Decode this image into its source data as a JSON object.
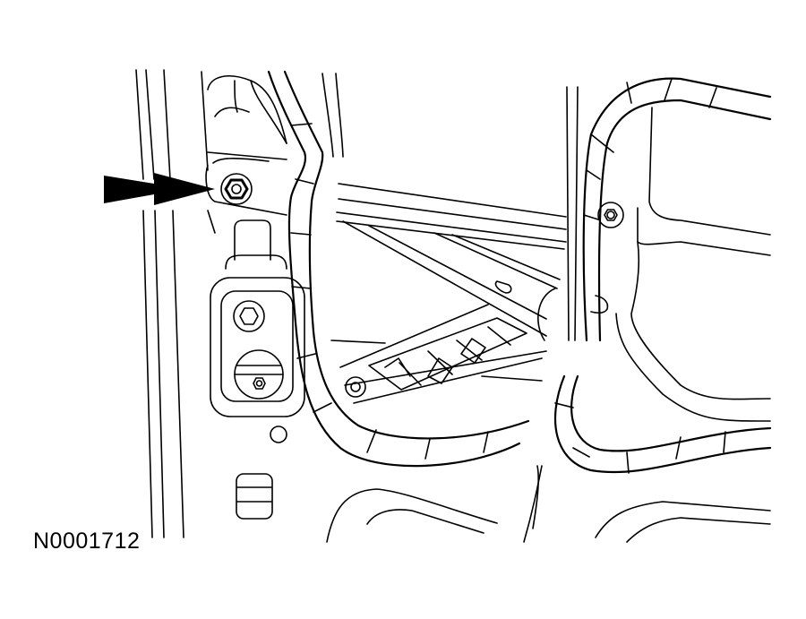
{
  "figure": {
    "reference_id": "N0001712",
    "subject": "door inner panel line illustration",
    "callout": {
      "type": "arrow",
      "direction": "right",
      "points_to": "hex-nut-fastener",
      "color": "#000000"
    },
    "components": [
      "hex-nut-fastener",
      "door-latch-access-pocket",
      "hex-bolt",
      "lock-cylinder-rod-clip",
      "round-hole",
      "rubber-plug",
      "window-regulator-cross-brace",
      "regulator-bolt-lower",
      "regulator-bolt-right",
      "door-seal-weatherstrip"
    ],
    "line_color": "#000000",
    "background_color": "#ffffff"
  }
}
